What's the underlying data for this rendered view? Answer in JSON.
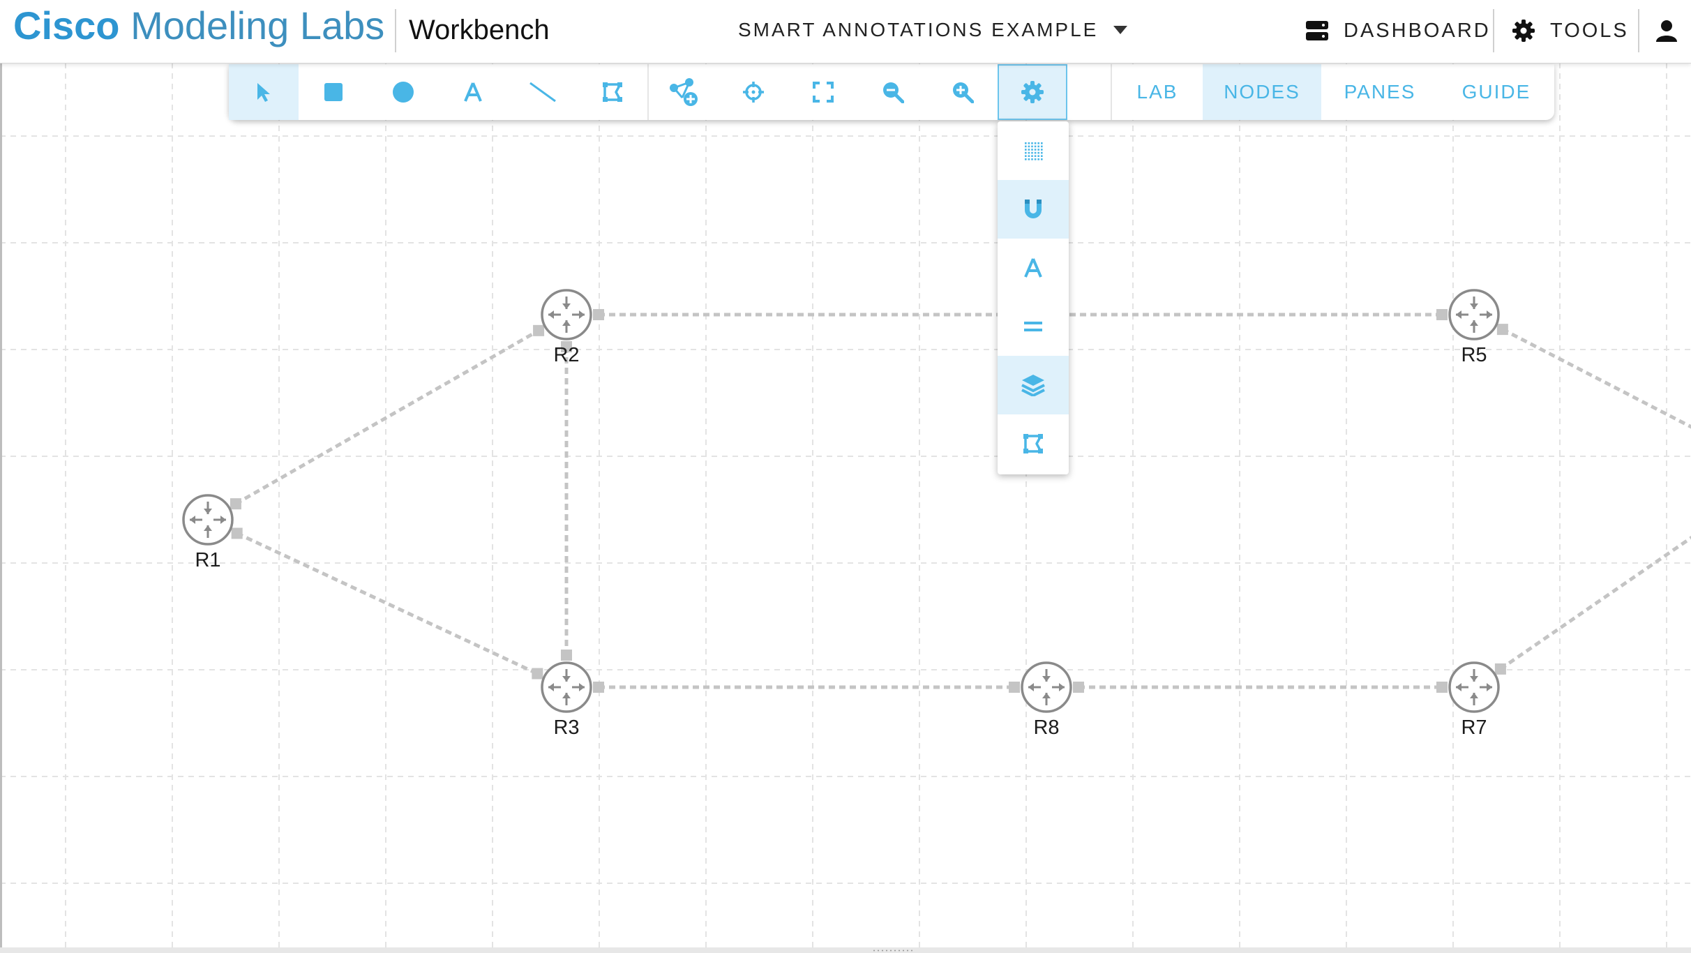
{
  "header": {
    "brand_bold": "Cisco",
    "brand_light": "Modeling Labs",
    "app_name": "Workbench",
    "lab_title": "SMART ANNOTATIONS EXAMPLE",
    "dashboard_label": "DASHBOARD",
    "tools_label": "TOOLS"
  },
  "toolbar": {
    "tools": [
      {
        "name": "select-tool",
        "icon": "pointer-icon",
        "active": true
      },
      {
        "name": "rectangle-tool",
        "icon": "square-icon"
      },
      {
        "name": "ellipse-tool",
        "icon": "circle-icon"
      },
      {
        "name": "text-tool",
        "icon": "text-icon"
      },
      {
        "name": "line-tool",
        "icon": "line-icon"
      },
      {
        "name": "smart-annotation-tool",
        "icon": "bracket-shape-icon"
      },
      {
        "name": "add-node-tool",
        "icon": "add-nodes-icon"
      },
      {
        "name": "center-tool",
        "icon": "crosshair-icon"
      },
      {
        "name": "fit-tool",
        "icon": "fit-screen-icon"
      },
      {
        "name": "zoom-out-tool",
        "icon": "zoom-out-icon"
      },
      {
        "name": "zoom-in-tool",
        "icon": "zoom-in-icon"
      },
      {
        "name": "canvas-settings-tool",
        "icon": "gear-icon",
        "active": true
      }
    ],
    "tabs": [
      "LAB",
      "NODES",
      "PANES",
      "GUIDE"
    ],
    "active_tab": "NODES"
  },
  "settings_menu": {
    "items": [
      {
        "icon": "grid-icon"
      },
      {
        "icon": "magnet-icon",
        "active": true
      },
      {
        "icon": "text-icon"
      },
      {
        "icon": "equals-icon"
      },
      {
        "icon": "layers-icon",
        "active": true
      },
      {
        "icon": "bracket-shape-icon"
      }
    ]
  },
  "topology": {
    "nodes": [
      {
        "id": "R1",
        "label": "R1"
      },
      {
        "id": "R2",
        "label": "R2"
      },
      {
        "id": "R3",
        "label": "R3"
      },
      {
        "id": "R5",
        "label": "R5"
      },
      {
        "id": "R7",
        "label": "R7"
      },
      {
        "id": "R8",
        "label": "R8"
      }
    ],
    "links": [
      [
        "R1",
        "R2"
      ],
      [
        "R1",
        "R3"
      ],
      [
        "R2",
        "R3"
      ],
      [
        "R2",
        "R5"
      ],
      [
        "R3",
        "R8"
      ],
      [
        "R8",
        "R7"
      ],
      [
        "R5",
        "offscreen-right"
      ],
      [
        "R7",
        "offscreen-right"
      ]
    ]
  },
  "colors": {
    "accent": "#49b6e6",
    "active_bg": "#dff1fb",
    "brand": "#2d95d1",
    "link": "#c4c4c4",
    "node": "#8a8a8a",
    "grid": "#e3e3e3"
  }
}
